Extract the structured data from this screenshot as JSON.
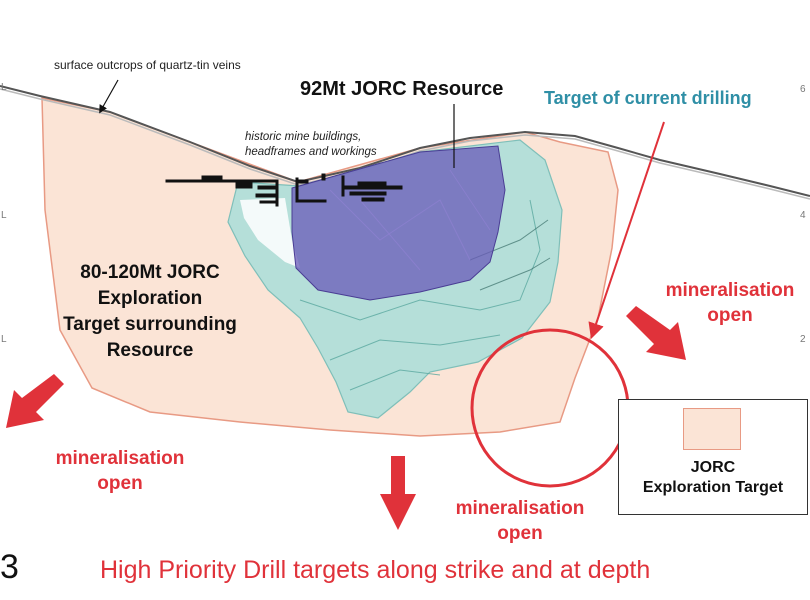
{
  "labels": {
    "surface_outcrops": "surface outcrops of quartz-tin veins",
    "resource_92mt": "92Mt JORC Resource",
    "target_current_drilling": "Target of current drilling",
    "historic_mine_line1": "historic mine buildings,",
    "historic_mine_line2": "headframes and workings",
    "exploration_target_line1": "80-120Mt JORC",
    "exploration_target_line2": "Exploration",
    "exploration_target_line3": "Target surrounding",
    "exploration_target_line4": "Resource",
    "min_open_right_line1": "mineralisation",
    "min_open_right_line2": "open",
    "min_open_left_line1": "mineralisation",
    "min_open_left_line2": "open",
    "min_open_center_line1": "mineralisation",
    "min_open_center_line2": "open",
    "bottom_caption": "High Priority Drill targets along strike and at depth",
    "corner_numeral": "3"
  },
  "legend": {
    "line1": "JORC",
    "line2": "Exploration Target"
  },
  "edge_ticks": {
    "left": [
      "L",
      "L",
      "L"
    ],
    "right": [
      "6",
      "4",
      "2"
    ]
  },
  "colors": {
    "exploration_target_fill": "#fbe4d6",
    "exploration_target_stroke": "#e89a84",
    "resource_fill": "#6a5ab8",
    "halo_fill": "#a8ded9",
    "annotation_red": "#e0323a",
    "annotation_teal": "#2f8fa6"
  },
  "icons": {
    "arrow_left_down": "arrow-down-left-icon",
    "arrow_down": "arrow-down-icon",
    "arrow_right_down": "arrow-down-right-icon"
  }
}
